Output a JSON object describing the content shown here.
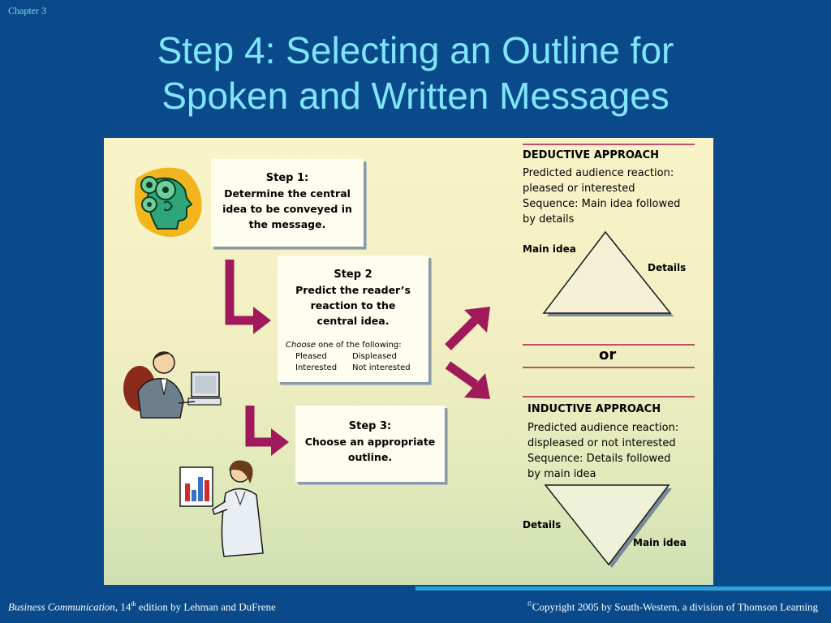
{
  "header": {
    "chapter": "Chapter  3",
    "title_line1": "Step 4: Selecting an Outline for",
    "title_line2": "Spoken and Written Messages"
  },
  "steps": [
    {
      "heading": "Step 1:",
      "text": "Determine the central idea to be conveyed in the message."
    },
    {
      "heading": "Step 2",
      "text": "Predict the reader’s reaction to the central idea."
    },
    {
      "heading": "Step 3:",
      "text": "Choose an appropriate outline."
    }
  ],
  "choose": {
    "lead": "Choose",
    "rest": " one of the following:",
    "options": [
      "Pleased",
      "Displeased",
      "Interested",
      "Not interested"
    ]
  },
  "deductive": {
    "heading": "DEDUCTIVE APPROACH",
    "reaction_label": "Predicted audience reaction:",
    "reaction_value": "pleased or interested",
    "sequence_line1": "Sequence: Main idea followed",
    "sequence_line2": "by details",
    "label_main": "Main idea",
    "label_details": "Details"
  },
  "or_text": "or",
  "inductive": {
    "heading": "INDUCTIVE APPROACH",
    "reaction_label": "Predicted audience reaction:",
    "reaction_value": "displeased or not interested",
    "sequence_line1": "Sequence:  Details followed",
    "sequence_line2": "by main idea",
    "label_details": "Details",
    "label_main": "Main idea"
  },
  "footer": {
    "book_title": "Business Communication",
    "edition_num": ", 14",
    "edition_sup": "th",
    "edition_rest": " edition by Lehman and DuFrene",
    "copyright_sup": "©",
    "copyright_text": "Copyright 2005 by South-Western, a division of Thomson Learning"
  },
  "colors": {
    "background": "#0a4a8a",
    "title": "#7fe6ff",
    "arrow": "#a0195a",
    "rule": "#c0506a"
  }
}
